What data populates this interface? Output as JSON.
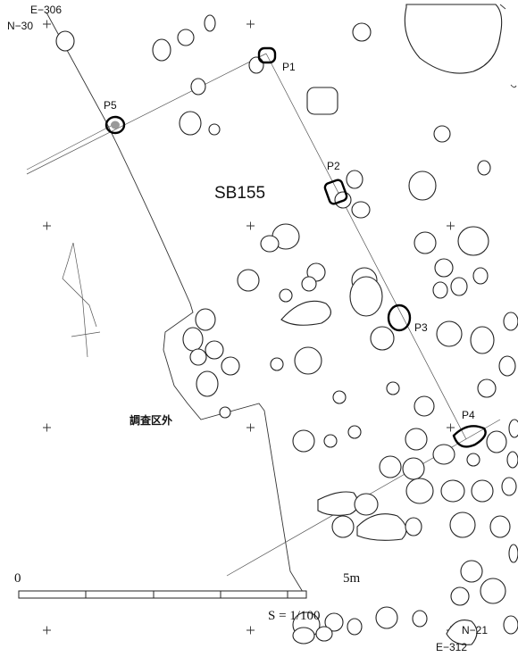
{
  "grid_labels": {
    "e306": "E−306",
    "n30": "N−30",
    "n21": "N−21",
    "e312": "E−312"
  },
  "structure_label": "SB155",
  "postholes": [
    "P1",
    "P2",
    "P3",
    "P4",
    "P5"
  ],
  "outside_area_label": "調査区外",
  "scale": {
    "start": "0",
    "end": "5m",
    "ratio": "S = 1/100"
  }
}
